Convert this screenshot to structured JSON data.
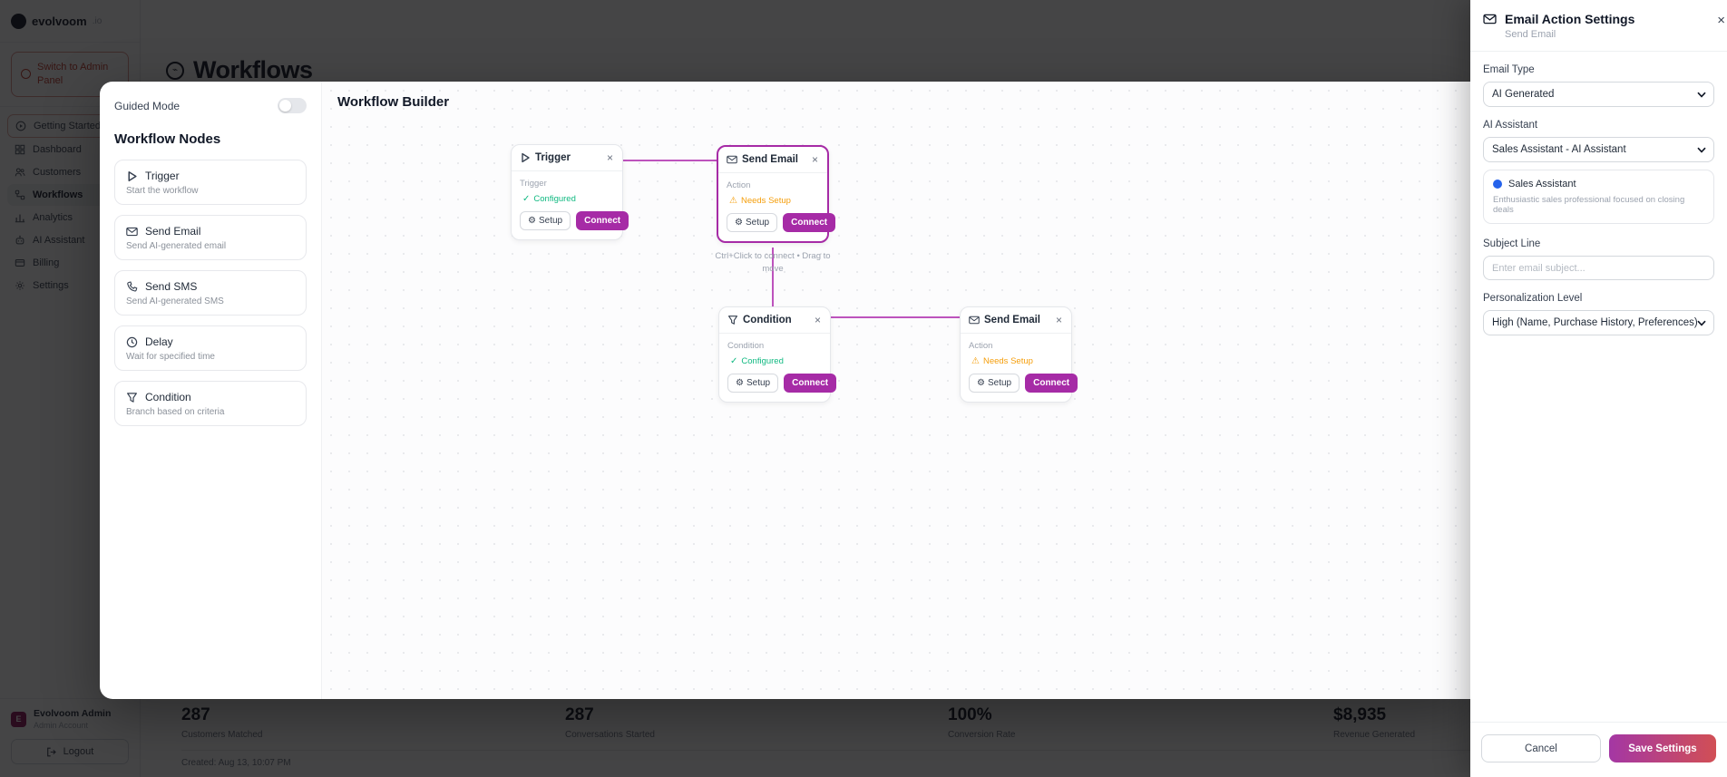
{
  "colors": {
    "accent": "#a62ba6",
    "line": "#bd53bd",
    "success": "#10b981",
    "warning": "#f59e0b",
    "info_blue": "#2563eb",
    "save_g1": "#a437a4",
    "save_g2": "#d14f55",
    "danger": "#c0392b"
  },
  "sidebar": {
    "logo_name": "evolvoom",
    "logo_tld": ".io",
    "switch_button": "Switch to Admin Panel",
    "items": [
      {
        "label": "Getting Started"
      },
      {
        "label": "Dashboard"
      },
      {
        "label": "Customers"
      },
      {
        "label": "Workflows"
      },
      {
        "label": "Analytics"
      },
      {
        "label": "AI Assistant"
      },
      {
        "label": "Billing"
      },
      {
        "label": "Settings"
      }
    ],
    "user": {
      "initial": "E",
      "name": "Evolvoom Admin",
      "role": "Admin Account"
    },
    "logout_label": "Logout"
  },
  "page": {
    "title": "Workflows",
    "stats": [
      {
        "value": "287",
        "label": "Customers Matched"
      },
      {
        "value": "287",
        "label": "Conversations Started"
      },
      {
        "value": "100%",
        "label": "Conversion Rate"
      },
      {
        "value": "$8,935",
        "label": "Revenue Generated"
      }
    ],
    "created": "Created: Aug 13, 10:07 PM"
  },
  "modal": {
    "guided_mode_label": "Guided Mode",
    "nodes_title": "Workflow Nodes",
    "palette": [
      {
        "title": "Trigger",
        "subtitle": "Start the workflow"
      },
      {
        "title": "Send Email",
        "subtitle": "Send AI-generated email"
      },
      {
        "title": "Send SMS",
        "subtitle": "Send AI-generated SMS"
      },
      {
        "title": "Delay",
        "subtitle": "Wait for specified time"
      },
      {
        "title": "Condition",
        "subtitle": "Branch based on criteria"
      }
    ],
    "builder_title": "Workflow Builder",
    "canvas_nodes": [
      {
        "title": "Trigger",
        "type_label": "Trigger",
        "status": "Configured",
        "setup_label": "Setup",
        "connect_label": "Connect"
      },
      {
        "title": "Send Email",
        "type_label": "Action",
        "status": "Needs Setup",
        "setup_label": "Setup",
        "connect_label": "Connect"
      },
      {
        "title": "Condition",
        "type_label": "Condition",
        "status": "Configured",
        "setup_label": "Setup",
        "connect_label": "Connect"
      },
      {
        "title": "Send Email",
        "type_label": "Action",
        "status": "Needs Setup",
        "setup_label": "Setup",
        "connect_label": "Connect"
      }
    ],
    "hint": "Ctrl+Click to connect • Drag to move",
    "close_glyph": "×",
    "check_glyph": "✓",
    "warn_glyph": "⚠",
    "gear_glyph": "⚙"
  },
  "panel": {
    "title": "Email Action Settings",
    "subtitle": "Send Email",
    "close_glyph": "×",
    "email_type_label": "Email Type",
    "email_type_value": "AI Generated",
    "assistant_label": "AI Assistant",
    "assistant_value": "Sales Assistant - AI Assistant",
    "assistant_card": {
      "name": "Sales Assistant",
      "description": "Enthusiastic sales professional focused on closing deals"
    },
    "subject_label": "Subject Line",
    "subject_placeholder": "Enter email subject...",
    "personalization_label": "Personalization Level",
    "personalization_value": "High (Name, Purchase History, Preferences)",
    "cancel_label": "Cancel",
    "save_label": "Save Settings"
  }
}
